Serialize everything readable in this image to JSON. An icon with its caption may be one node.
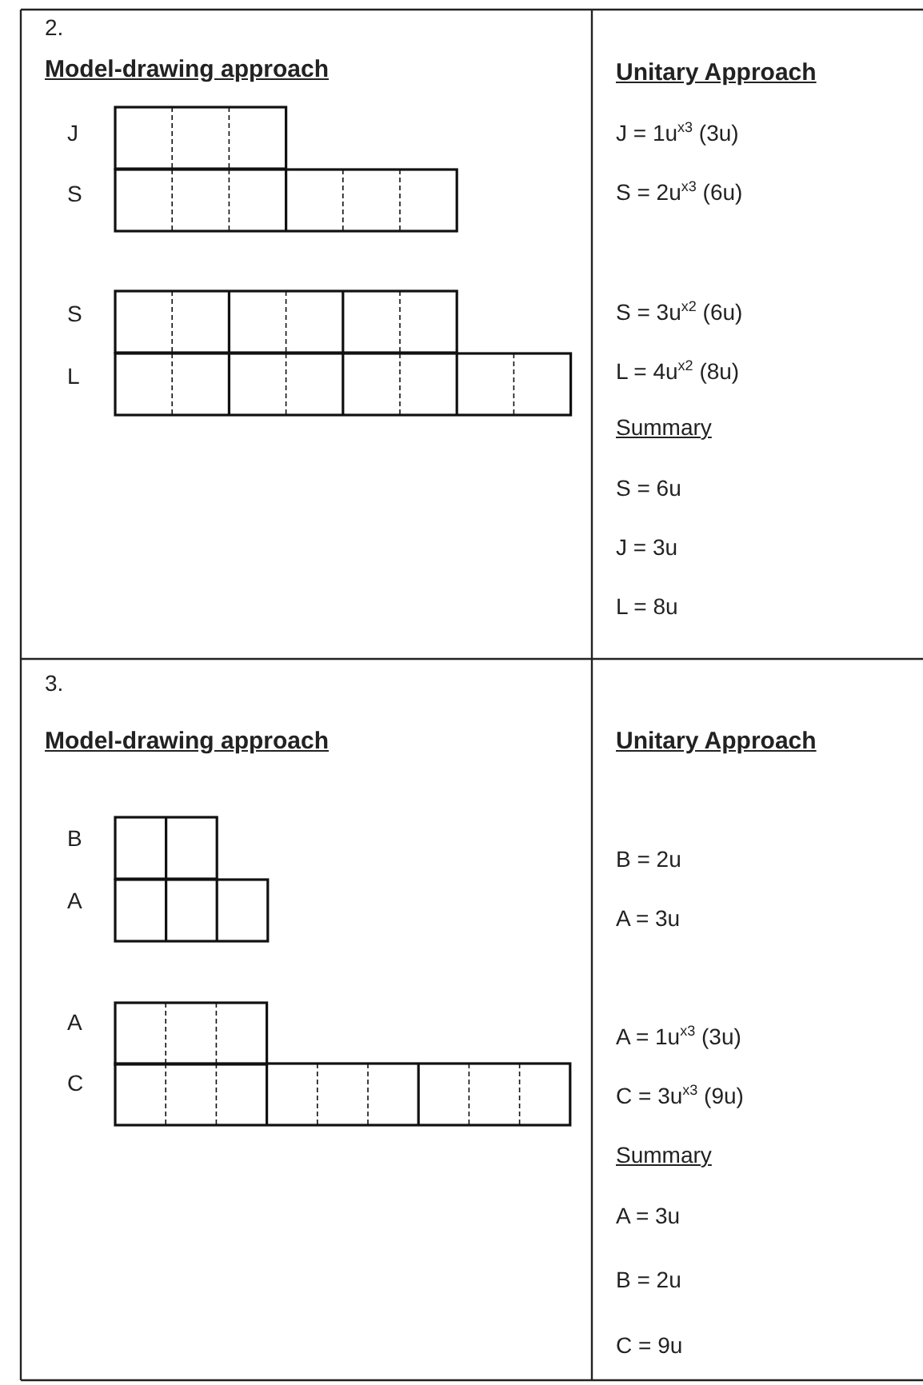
{
  "diagram": {
    "labels": [
      "2.",
      "Model-drawing approach",
      "Unitary Approach",
      "J",
      "J = 1u$^{x3}$ (3u)",
      "S",
      "S = 2u$^{x3}$ (6u)",
      "S",
      "S = 3u$^{x2}$ (6u)",
      "L",
      "L = 4u$^{x2}$ (8u)",
      "Summary",
      "S = 6u",
      "J = 3u",
      "L = 8u",
      "3.",
      "Model-drawing approach",
      "Unitary Approach",
      "B",
      "B = 2u",
      "A",
      "A = 3u",
      "A",
      "A = 1u$^{x3}$ (3u)",
      "C",
      "C = 3u$^{x3}$ (9u)",
      "Summary",
      "A = 3u",
      "B = 2u",
      "C = 9u"
    ]
  }
}
